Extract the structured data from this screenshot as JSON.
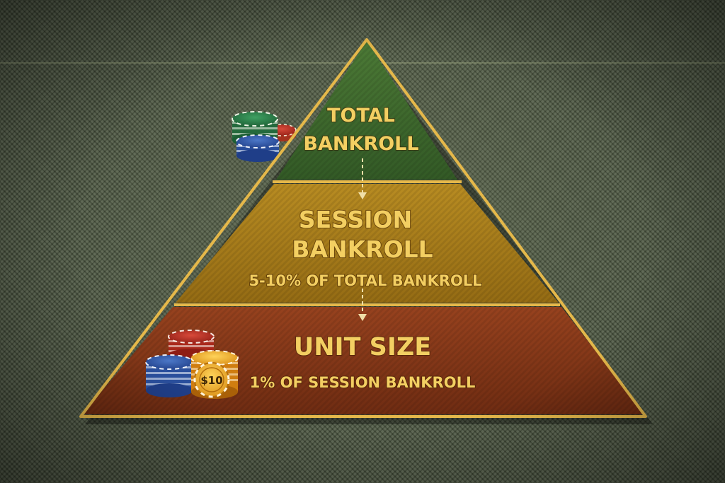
{
  "tiers": [
    {
      "title_line1": "TOTAL",
      "title_line2": "BANKROLL",
      "subtitle": "",
      "color": "#3f6a2e"
    },
    {
      "title_line1": "SESSION",
      "title_line2": "BANKROLL",
      "subtitle": "5-10% OF TOTAL BANKROLL",
      "color": "#a9801c"
    },
    {
      "title_line1": "UNIT SIZE",
      "title_line2": "",
      "subtitle": "1% OF SESSION BANKROLL",
      "color": "#8a3a1a"
    }
  ],
  "chip_label": "$10",
  "colors": {
    "border": "#e5b84a",
    "text": "#f3cf62",
    "felt": "#4f5a44",
    "arrow": "#f0dfa8"
  },
  "icons": [
    "poker-chip-stack-green-icon",
    "poker-chip-stack-blue-icon",
    "poker-chip-stack-red-icon",
    "poker-chip-stack-orange-icon"
  ]
}
